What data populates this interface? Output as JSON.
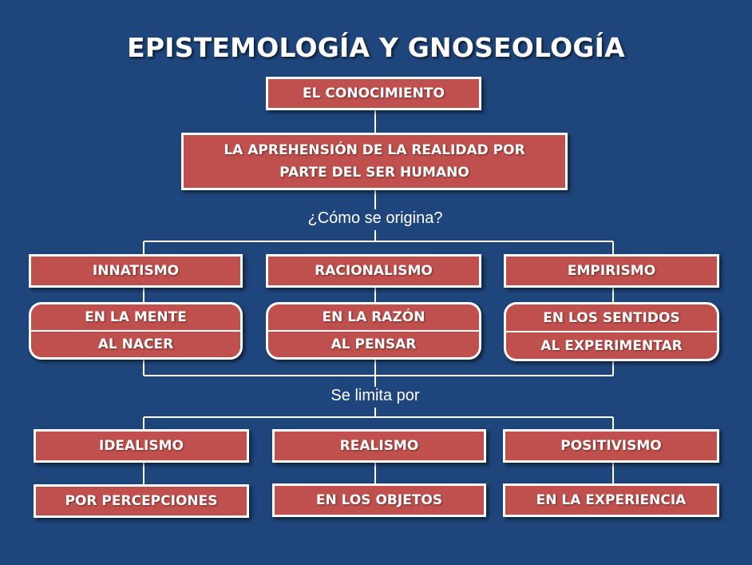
{
  "title": "EPISTEMOLOGÍA Y GNOSEOLOGÍA",
  "root": "EL CONOCIMIENTO",
  "definition": {
    "line1": "LA APREHENSIÓN DE LA REALIDAD POR",
    "line2": "PARTE DEL SER HUMANO"
  },
  "origin": {
    "question": "¿Cómo se origina?",
    "columns": [
      {
        "name": "INNATISMO",
        "detail_top": "EN LA MENTE",
        "detail_bottom": "AL NACER"
      },
      {
        "name": "RACIONALISMO",
        "detail_top": "EN LA RAZÓN",
        "detail_bottom": "AL PENSAR"
      },
      {
        "name": "EMPIRISMO",
        "detail_top": "EN LOS SENTIDOS",
        "detail_bottom": "AL EXPERIMENTAR"
      }
    ]
  },
  "limits": {
    "question": "Se limita por",
    "columns": [
      {
        "name": "IDEALISMO",
        "detail": "POR PERCEPCIONES"
      },
      {
        "name": "REALISMO",
        "detail": "EN LOS OBJETOS"
      },
      {
        "name": "POSITIVISMO",
        "detail": "EN LA EXPERIENCIA"
      }
    ]
  },
  "colors": {
    "background": "#1f467c",
    "box_fill": "#c0504d",
    "border": "#ffffff"
  }
}
